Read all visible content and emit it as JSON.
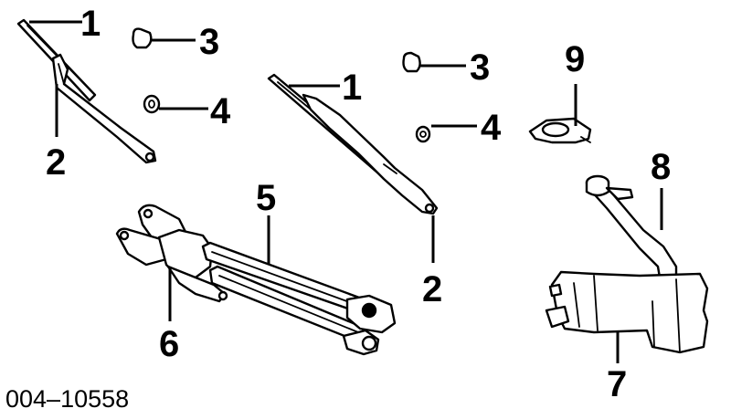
{
  "figure_code": "004–10558",
  "callouts": {
    "c1a": "1",
    "c1b": "1",
    "c2a": "2",
    "c2b": "2",
    "c3a": "3",
    "c3b": "3",
    "c4a": "4",
    "c4b": "4",
    "c5": "5",
    "c6": "6",
    "c7": "7",
    "c8": "8",
    "c9": "9"
  }
}
